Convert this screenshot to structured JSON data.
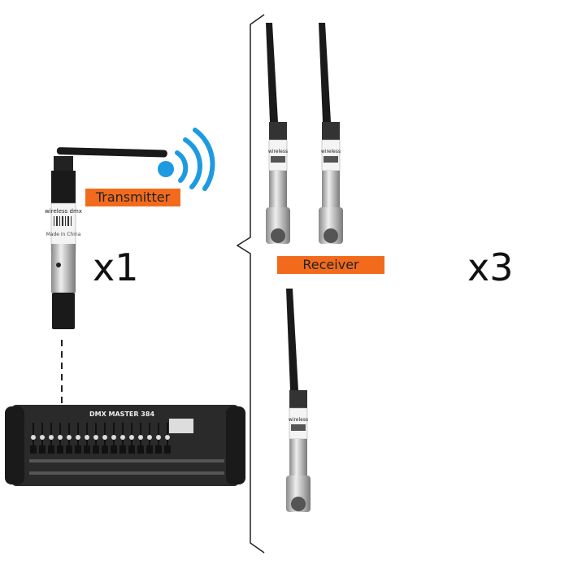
{
  "transmitter": {
    "label": "Transmitter",
    "quantity": "x1",
    "marking_top": "wireless dmx",
    "marking_bottom": "Made in China"
  },
  "receiver": {
    "label": "Receiver",
    "quantity": "x3",
    "marking": "wireless"
  },
  "console": {
    "name": "DMX MASTER 384"
  },
  "colors": {
    "label_bg": "#f26b1d",
    "wifi": "#1e9be0",
    "device_black": "#1a1a1a",
    "metal": "#c8c8c8"
  },
  "icons": [
    "wifi-signal-icon"
  ]
}
